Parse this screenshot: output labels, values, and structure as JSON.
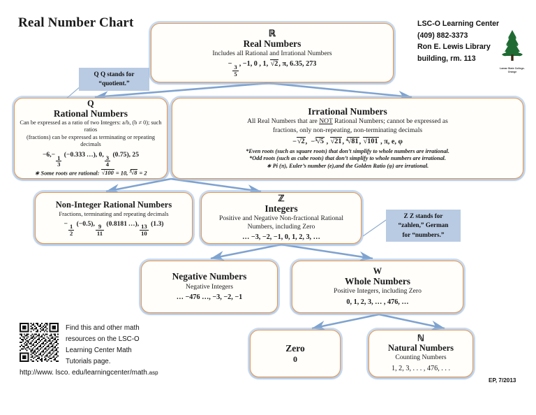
{
  "page": {
    "title": "Real Number Chart",
    "credit": "EP, 7/2013",
    "accent_border": "#e8974a",
    "arrow_color": "#7fa3cf",
    "callout_bg": "#b9cbe3"
  },
  "org": {
    "name": "LSC-O Learning Center",
    "phone": "(409) 882-3373",
    "address_line1": "Ron E. Lewis Library",
    "address_line2": "building, rm. 113",
    "logo_caption_line1": "Lamar State College-",
    "logo_caption_line2": "Orange"
  },
  "callouts": [
    {
      "id": "q-callout",
      "line1": "Q stands for",
      "line2": "“quotient.”",
      "symbol": "Q"
    },
    {
      "id": "z-callout",
      "line1": "Z stands for",
      "line2": "“zahlen,” German",
      "line3": "for “numbers.”",
      "symbol": "Z"
    }
  ],
  "nodes": {
    "real": {
      "symbol": "ℝ",
      "title": "Real Numbers",
      "desc": "Includes all Rational and Irrational Numbers",
      "examples": "− 3/5 , −1, 0 , 1, √2, π, 6.35, 273"
    },
    "rational": {
      "symbol": "Q",
      "title": "Rational Numbers",
      "desc_line1": "Can be expressed as a ratio of two Integers: a/b, (b ≠ 0); such ratios",
      "desc_line2": "(fractions) can be expressed as terminating or repeating decimals",
      "examples": "−6, − 1/3 (−0.333 …), 0, 3/4 (0.75), 25",
      "note": "∗ Some roots are rational: √100 = 10, ³√8 = 2"
    },
    "irrational": {
      "title": "Irrational Numbers",
      "desc_line1_a": "All Real Numbers that are ",
      "desc_line1_not": "NOT",
      "desc_line1_b": " Rational Numbers; cannot be expressed as",
      "desc_line2": "fractions, only non-repeating, non-terminating decimals",
      "examples": "−√2,  −³√5 , √21, ⁴√81, √101 , π, e, φ",
      "note1": "*Even roots (such as square roots) that don’t simplify to whole numbers are irrational.",
      "note2": "*Odd roots (such as cube roots) that don’t simplify to whole numbers are irrational.",
      "note3": "∗ Pi (π),  Euler’s number (e),and the Golden Ratio (φ) are irrational."
    },
    "noninteger": {
      "title": "Non-Integer Rational Numbers",
      "desc": "Fractions, terminating and repeating decimals",
      "examples": "− 1/2 (−0.5), 9/11 (0.8181…), 13/10 (1.3)"
    },
    "integers": {
      "symbol": "ℤ",
      "title": "Integers",
      "desc_line1": "Positive and Negative Non-fractional Rational",
      "desc_line2": "Numbers, including Zero",
      "examples": "… −3, −2, −1, 0, 1, 2, 3, …"
    },
    "negative": {
      "title": "Negative Numbers",
      "desc": "Negative Integers",
      "examples": "… −476 …, −3, −2, −1"
    },
    "whole": {
      "symbol": "W",
      "title": "Whole Numbers",
      "desc": "Positive Integers, including Zero",
      "examples": "0, 1, 2, 3, … , 476, …"
    },
    "zero": {
      "title": "Zero",
      "examples": "0"
    },
    "natural": {
      "symbol": "ℕ",
      "title": "Natural Numbers",
      "desc": "Counting Numbers",
      "examples": "1, 2, 3, . . . , 476, . . ."
    }
  },
  "footer": {
    "promo_line1": "Find this and other math",
    "promo_line2": "resources on the LSC-O",
    "promo_line3": "Learning Center Math",
    "promo_line4": "Tutorials page.",
    "url_main": "http://www. lsco. edu/learningcenter/math.",
    "url_tld": "asp"
  }
}
